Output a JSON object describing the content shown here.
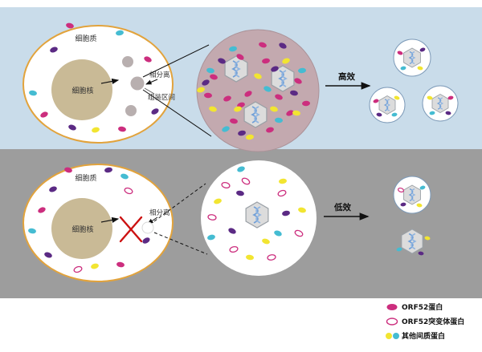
{
  "colors": {
    "top_bg": "#c9dcea",
    "bottom_bg": "#9d9d9d",
    "cell_outline": "#e2a33c",
    "nucleus_fill": "#c9ba96",
    "compartment_fill": "#b8afaf",
    "zoom_circle_top_fill": "#c3a9af",
    "orf52": "#cc2e7e",
    "orf52_mutant_outline": "#cc2e7e",
    "other_yellow": "#f2e531",
    "other_cyan": "#45bcd2",
    "purple_protein": "#5b2a84",
    "capsid_fill": "#dcdcdc",
    "dna_blue": "#6f9fd8",
    "cross_red": "#cc1111"
  },
  "top_panel": {
    "cytoplasm_label": "细胞质",
    "nucleus_label": "细胞核",
    "phase_label": "相分离",
    "assembly_label": "组装区间",
    "efficiency_label": "高效"
  },
  "bottom_panel": {
    "cytoplasm_label": "细胞质",
    "nucleus_label": "细胞核",
    "phase_label": "相分离",
    "efficiency_label": "低效"
  },
  "legend": {
    "items": [
      {
        "marker": "filled-oval",
        "label": "ORF52蛋白"
      },
      {
        "marker": "hollow-oval",
        "label": "ORF52突变体蛋白"
      },
      {
        "marker": "two-dots",
        "label": "其他间质蛋白"
      }
    ]
  }
}
